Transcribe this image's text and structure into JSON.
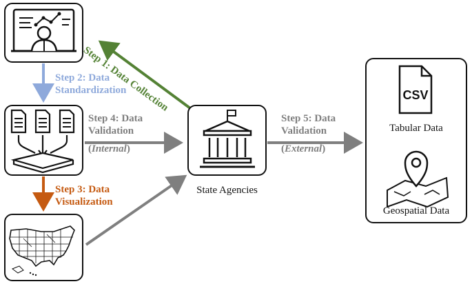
{
  "steps": {
    "step1": "Step 1: Data Collection",
    "step2_line1": "Step 2: Data",
    "step2_line2": "Standardization",
    "step3_line1": "Step 3: Data",
    "step3_line2": "Visualization",
    "step4_line1": "Step 4: Data",
    "step4_line2": "Validation",
    "step4_paren_open": "(",
    "step4_qualifier": "Internal",
    "step4_paren_close": ")",
    "step5_line1": "Step 5: Data",
    "step5_line2": "Validation",
    "step5_paren_open": "(",
    "step5_qualifier": "External",
    "step5_paren_close": ")"
  },
  "nodes": {
    "state_agencies": "State Agencies",
    "tabular_data": "Tabular Data",
    "geospatial_data": "Geospatial Data",
    "csv_label": "CSV"
  },
  "colors": {
    "step1": "#548235",
    "step2": "#8EA9DB",
    "step3": "#C55A11",
    "step45": "#7F7F7F",
    "ink": "#111111"
  }
}
